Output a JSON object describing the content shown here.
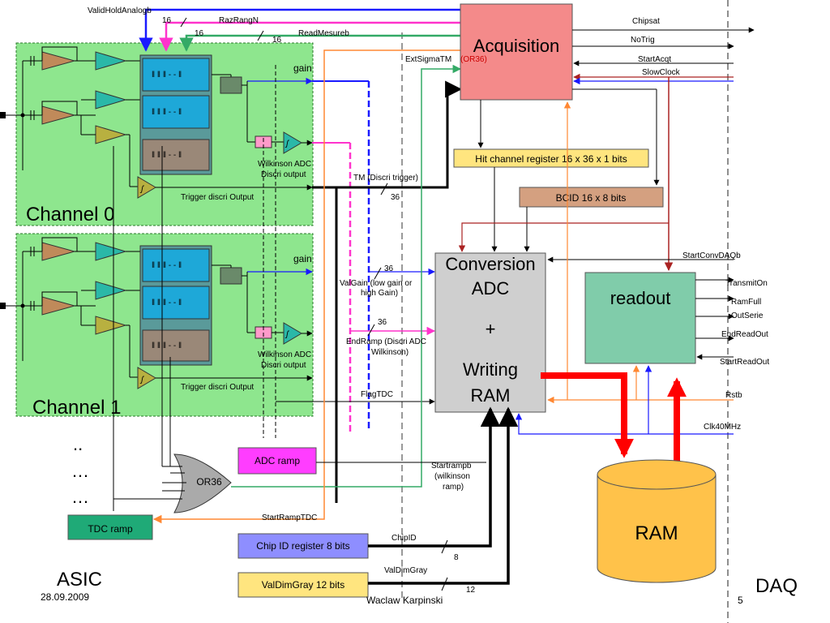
{
  "labels": {
    "valid_hold_analog": "ValidHoldAnalogb",
    "bus16_a": "16",
    "raz_rang_n": "RazRangN",
    "bus16_b": "16",
    "read_mesureb": "ReadMesureb",
    "bus16_c": "16",
    "acquisition": "Acquisition",
    "ext_sigma_tm": "ExtSigmaTM",
    "or36_tag": "(OR36)",
    "chipsat": "Chipsat",
    "notrig": "NoTrig",
    "start_acqt": "StartAcqt",
    "slow_clock": "SlowClock",
    "gain_0": "gain",
    "gain_1": "gain",
    "wilkinson_0_a": "Wilkinson ADC",
    "wilkinson_0_b": "Discri output",
    "wilkinson_1_a": "Wilkinson ADC",
    "wilkinson_1_b": "Discri output",
    "trigger_0": "Trigger discri Output",
    "trigger_1": "Trigger discri Output",
    "tm_discri": "TM (Discri trigger)",
    "bus36_a": "36",
    "bus36_b": "36",
    "bus36_c": "36",
    "channel0": "Channel 0",
    "channel1": "Channel 1",
    "hit_register": "Hit channel register 16 x 36 x 1 bits",
    "bcid": "BCID 16 x 8 bits",
    "conv_1": "Conversion",
    "conv_2": "ADC",
    "conv_3": "+",
    "conv_4": "Writing",
    "conv_5": "RAM",
    "readout": "readout",
    "start_conv_daqb": "StartConvDAQb",
    "transmit_on": "TransmitOn",
    "ram_full": "RamFull",
    "out_serie": "OutSerie",
    "end_read_out": "EndReadOut",
    "start_read_out": "StartReadOut",
    "rstb": "Rstb",
    "clk40mhz": "Clk40MHz",
    "valgain_1": "ValGain (low gain or",
    "valgain_2": "high Gain)",
    "endramp_1": "EndRamp (Discri ADC",
    "endramp_2": "Wilkinson)",
    "flag_tdc": "FlagTDC",
    "dots_1": "..",
    "dots_2": "…",
    "dots_3": "…",
    "or36": "OR36",
    "adc_ramp": "ADC ramp",
    "startrampb_1": "Startrampb",
    "startrampb_2": "(wilkinson",
    "startrampb_3": "ramp)",
    "ram": "RAM",
    "tdc_ramp": "TDC ramp",
    "start_ramp_tdc": "StartRampTDC",
    "chip_id_register": "Chip ID register 8 bits",
    "chip_id": "ChipID",
    "bus8": "8",
    "valdimgray_register": "ValDimGray 12 bits",
    "valdimgray": "ValDimGray",
    "bus12": "12",
    "asic": "ASIC",
    "daq": "DAQ",
    "date": "28.09.2009",
    "author": "Waclaw Karpinski",
    "page": "5"
  },
  "colors": {
    "channel_bg": "#8ee68e",
    "acquisition": "#f48a8a",
    "hit_register": "#ffe57f",
    "bcid": "#d4a080",
    "conversion": "#cfcfcf",
    "readout": "#80ccaa",
    "ram": "#ffc24a",
    "adc_ramp": "#ff3dff",
    "tdc_ramp": "#1faa77",
    "chip_id": "#8e8eff",
    "valdimgray": "#ffe57f",
    "blue_line": "#1a1aff",
    "magenta_line": "#ff33cc",
    "green_line": "#33aa66",
    "orange_line": "#ff8833",
    "darkred_line": "#aa2222",
    "thick_red": "#ff0000"
  }
}
